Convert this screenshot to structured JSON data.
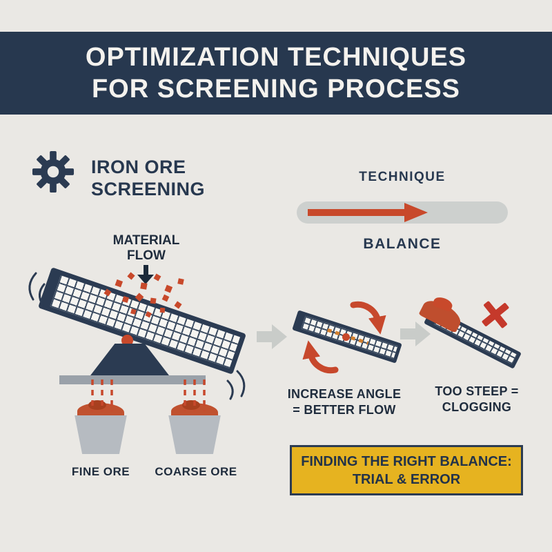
{
  "header": {
    "title_line1": "OPTIMIZATION TECHNIQUES",
    "title_line2": "FOR SCREENING PROCESS"
  },
  "intro": {
    "heading_line1": "IRON ORE",
    "heading_line2": "SCREENING"
  },
  "technique": {
    "label": "TECHNIQUE",
    "balance": "BALANCE"
  },
  "main_diagram": {
    "material_flow_line1": "MATERIAL",
    "material_flow_line2": "FLOW",
    "fine_ore": "FINE ORE",
    "coarse_ore": "COARSE ORE"
  },
  "step_increase": {
    "line1": "INCREASE ANGLE",
    "line2": "= BETTER FLOW"
  },
  "step_too_steep": {
    "line1": "TOO STEEP =",
    "line2": "CLOGGING"
  },
  "callout": {
    "line1": "FINDING THE RIGHT BALANCE:",
    "line2": "TRIAL & ERROR"
  },
  "icons": {
    "gear": "gear-icon",
    "technique_arrow": "arrow-right-icon",
    "material_flow_arrow": "arrow-down-icon",
    "flow_step_arrow": "arrow-right-icon",
    "rotation_arrows": "rotate-clockwise-icon",
    "error_mark": "x-icon"
  },
  "colors": {
    "navy": "#27384f",
    "red": "#c8492b",
    "yellow": "#e6b320",
    "background": "#eae8e4",
    "track_gray": "#cdd0ce"
  }
}
